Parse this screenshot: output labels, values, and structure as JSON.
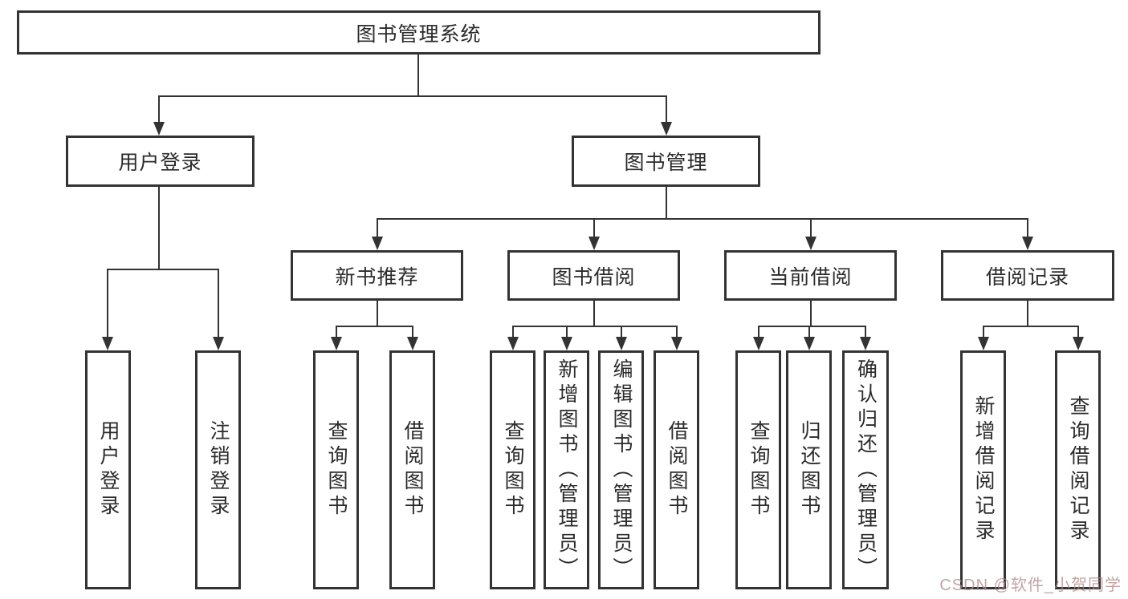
{
  "diagram": {
    "type": "hierarchy-tree",
    "root": {
      "label": "图书管理系统",
      "children": [
        {
          "label": "用户登录",
          "children": [
            {
              "label": "用户登录"
            },
            {
              "label": "注销登录"
            }
          ]
        },
        {
          "label": "图书管理",
          "children": [
            {
              "label": "新书推荐",
              "children": [
                {
                  "label": "查询图书"
                },
                {
                  "label": "借阅图书"
                }
              ]
            },
            {
              "label": "图书借阅",
              "children": [
                {
                  "label": "查询图书"
                },
                {
                  "label": "新增图书（管理员）"
                },
                {
                  "label": "编辑图书（管理员）"
                },
                {
                  "label": "借阅图书"
                }
              ]
            },
            {
              "label": "当前借阅",
              "children": [
                {
                  "label": "查询图书"
                },
                {
                  "label": "归还图书"
                },
                {
                  "label": "确认归还（管理员）"
                }
              ]
            },
            {
              "label": "借阅记录",
              "children": [
                {
                  "label": "新增借阅记录"
                },
                {
                  "label": "查询借阅记录"
                }
              ]
            }
          ]
        }
      ]
    },
    "watermark": "CSDN @软件_小贺同学",
    "colors": {
      "line": "#333333",
      "text": "#2b2b2b",
      "background": "#ffffff",
      "watermark": "#b28a8a"
    }
  }
}
